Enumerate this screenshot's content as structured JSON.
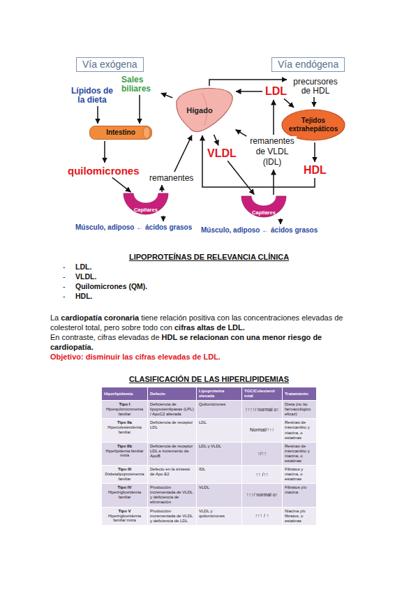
{
  "diagram": {
    "nodes": [
      {
        "text": [
          "Vía exógena"
        ]
      },
      {
        "text": [
          "Vía endógena"
        ]
      },
      {
        "text": [
          "Sales biliares"
        ]
      },
      {
        "text": [
          "Lípidos de la dieta"
        ]
      },
      {
        "text": [
          "Hígado"
        ]
      },
      {
        "text": [
          "LDL"
        ]
      },
      {
        "text": [
          "precursores de HDL"
        ]
      },
      {
        "text": [
          "Tejidos extrahepáticos"
        ]
      },
      {
        "text": [
          "Intestino"
        ]
      },
      {
        "text": [
          "remanentes de VLDL (IDL)"
        ]
      },
      {
        "text": [
          "VLDL"
        ]
      },
      {
        "text": [
          "quilomicrones"
        ]
      },
      {
        "text": [
          "remanentes"
        ]
      },
      {
        "text": [
          "HDL"
        ]
      },
      {
        "text": [
          "Capilares"
        ]
      },
      {
        "text": [
          "Músculo, adiposo ← ácidos grasos"
        ]
      },
      {
        "text": [
          "Capilares"
        ]
      },
      {
        "text": [
          "Músculo, adiposo ← ácidos grasos"
        ]
      }
    ],
    "edges": [
      {
        "from": 3,
        "to": 8,
        "arrow": "to"
      },
      {
        "from": 4,
        "to": 2,
        "arrow": "to"
      },
      {
        "from": 2,
        "to": 8,
        "arrow": "to"
      },
      {
        "from": 8,
        "to": 11,
        "arrow": "to"
      },
      {
        "from": 11,
        "to": 14,
        "arrow": "to"
      },
      {
        "from": 14,
        "to": 12,
        "arrow": "to"
      },
      {
        "from": 12,
        "to": 4,
        "arrow": "to"
      },
      {
        "from": 14,
        "to": 15,
        "arrow": "to"
      },
      {
        "from": 4,
        "to": 10,
        "arrow": "to"
      },
      {
        "from": 10,
        "to": 16,
        "arrow": "to"
      },
      {
        "from": 16,
        "to": 9,
        "arrow": "to"
      },
      {
        "from": 9,
        "to": 4,
        "arrow": "to"
      },
      {
        "from": 9,
        "to": 5,
        "arrow": "to"
      },
      {
        "from": 5,
        "to": 4,
        "arrow": "to"
      },
      {
        "from": 5,
        "to": 7,
        "arrow": "to"
      },
      {
        "from": 4,
        "to": 6,
        "arrow": "to"
      },
      {
        "from": 6,
        "to": 7,
        "arrow": "to"
      },
      {
        "from": 7,
        "to": 13,
        "arrow": "to"
      },
      {
        "from": 13,
        "to": 4,
        "arrow": "to"
      },
      {
        "from": 16,
        "to": 17,
        "arrow": "to"
      }
    ],
    "labels": [
      "LIPOPROTEÍNAS DE RELEVANCIA CLÍNICA",
      "LDL.",
      "VLDL.",
      "Quilomicrones (QM).",
      "HDL.",
      "La",
      "cardiopatía coronaria",
      "tiene relación positiva con las concentraciones elevadas de colesterol total, pero sobre todo con",
      "cifras altas de LDL.",
      "En contraste, cifras elevadas de",
      "HDL se relacionan con una menor riesgo de cardiopatía.",
      "Objetivo: disminuir las cifras elevadas de LDL.",
      "CLASIFICACIÓN DE LAS HIPERLIPIDEMIAS",
      "Hiperlipidemia",
      "Defecto",
      "Lipoproteína elevada",
      "TGC/Colesterol total",
      "Tratamiento",
      "Tipo I",
      "Hiperquilomicronemia familiar",
      "Deficiencia de lipoproteinlipasas (LPL) / ApoC2 alterada",
      "Quilomicrones",
      "↑↑↑↑/ normal o↑",
      "Dieta (no tto farmacológico eficaz)",
      "Tipo IIa",
      "Hipercolesterolemia familiar",
      "Deficiencia de receptor LDL",
      "LDL",
      "Normal/↑↑↑",
      "Resinas de intercambio y niacina, o estatinas",
      "Tipo IIb",
      "Hiperlipidemia familiar mixta",
      "Deficiencia de receptor LDL e incremento de ApoB",
      "LDL y VLDL",
      "↑/↑↑",
      "Resinas de intercambio y niacina, o estatinas",
      "Tipo III",
      "Disbetalipoproteinemia familiar",
      "Defecto en la síntesis de Apo E2",
      "IDL",
      "↑↑ /↑↑",
      "Fibratos y niacina, o estatinas",
      "Tipo IV",
      "Hipertrigliceridemia familiar",
      "Producción incrementada de VLDL y deficiencia de eliminación",
      "VLDL",
      "↑↑↑/ normal o↑",
      "Fibratos y/o niacina",
      "Tipo V",
      "Hipertrigliceridemia familiar mixta",
      "Producción incrementada de VLDL y deficiencia de LDL",
      "VLDL y quilomicrones",
      "↑↑↑ / ↑",
      "Niacina y/o fibratos, o estatinas",
      "-",
      "-",
      "-",
      "-"
    ]
  }
}
